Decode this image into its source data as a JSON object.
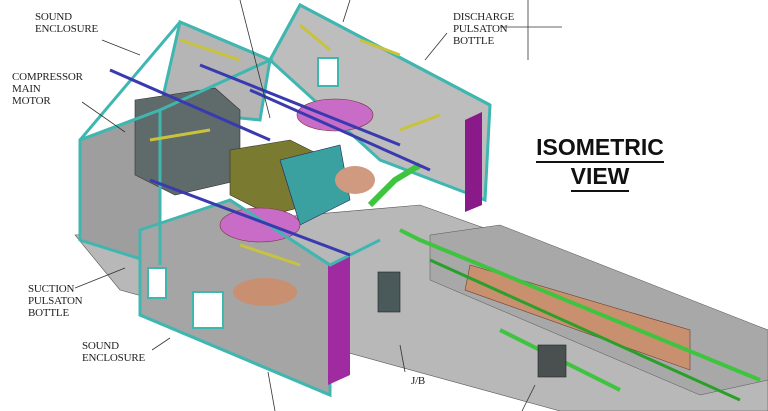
{
  "labels": {
    "sound_enclosure_top": "SOUND\nENCLOSURE",
    "compressor_motor": "COMPRESSOR\nMAIN\nMOTOR",
    "discharge_bottle": "DISCHARGE\nPULSATON\nBOTTLE",
    "suction_bottle": "SUCTION\nPULSATON\nBOTTLE",
    "sound_enclosure_bottom": "SOUND\nENCLOSURE",
    "junction_box": "J/B"
  },
  "title": {
    "line1": "ISOMETRIC",
    "line2": "VIEW"
  },
  "colors": {
    "frame": "#3fb7b0",
    "brace": "#c9c23c",
    "beam": "#3a3ab0",
    "panel": "#9a9a9a",
    "bottle": "#c86cc8",
    "pipe": "#3fc43f",
    "vessel": "#c89070",
    "door": "#8a1a8a"
  }
}
